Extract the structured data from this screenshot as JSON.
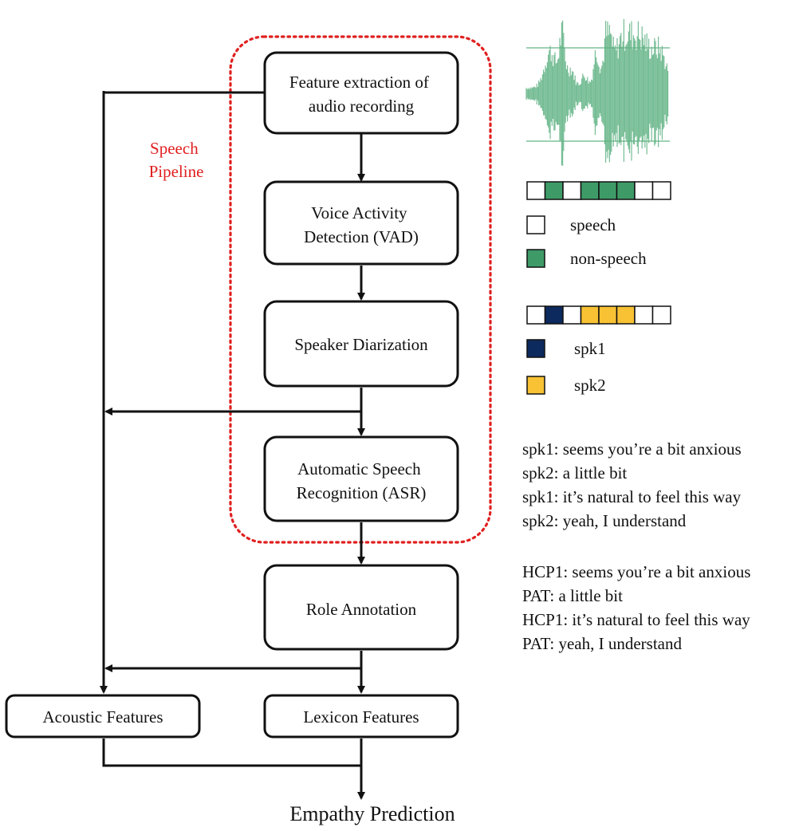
{
  "pipeline": {
    "label_line1": "Speech",
    "label_line2": "Pipeline",
    "color": "#e02020"
  },
  "boxes": {
    "feature_extraction": {
      "line1": "Feature extraction of",
      "line2": "audio recording"
    },
    "vad": {
      "line1": "Voice Activity",
      "line2": "Detection (VAD)"
    },
    "diarization": {
      "label": "Speaker Diarization"
    },
    "asr": {
      "line1": "Automatic Speech",
      "line2": "Recognition (ASR)"
    },
    "role_annotation": {
      "label": "Role Annotation"
    },
    "acoustic_features": {
      "label": "Acoustic Features"
    },
    "lexicon_features": {
      "label": "Lexicon Features"
    }
  },
  "output": {
    "label": "Empathy Prediction"
  },
  "waveform": {
    "color": "#5fb283"
  },
  "vad_legend": {
    "cells": [
      "white",
      "green",
      "white",
      "green",
      "green",
      "green",
      "white",
      "white"
    ],
    "items": [
      {
        "label": "speech",
        "color": "#ffffff"
      },
      {
        "label": "non-speech",
        "color": "#3e9b68"
      }
    ]
  },
  "speaker_legend": {
    "cells": [
      "white",
      "navy",
      "white",
      "yellow",
      "yellow",
      "yellow",
      "white",
      "white"
    ],
    "items": [
      {
        "label": "spk1",
        "color": "#0d2a5e"
      },
      {
        "label": "spk2",
        "color": "#f8c234"
      }
    ]
  },
  "colors": {
    "white": "#ffffff",
    "green": "#3e9b68",
    "navy": "#0d2a5e",
    "yellow": "#f8c234"
  },
  "transcript_spk": [
    "spk1: seems you’re a bit anxious",
    "spk2: a little bit",
    "spk1: it’s natural to feel this way",
    "spk2: yeah, I understand"
  ],
  "transcript_roles": [
    "HCP1: seems you’re a bit anxious",
    "PAT: a little bit",
    "HCP1: it’s natural to feel this way",
    "PAT: yeah, I understand"
  ]
}
